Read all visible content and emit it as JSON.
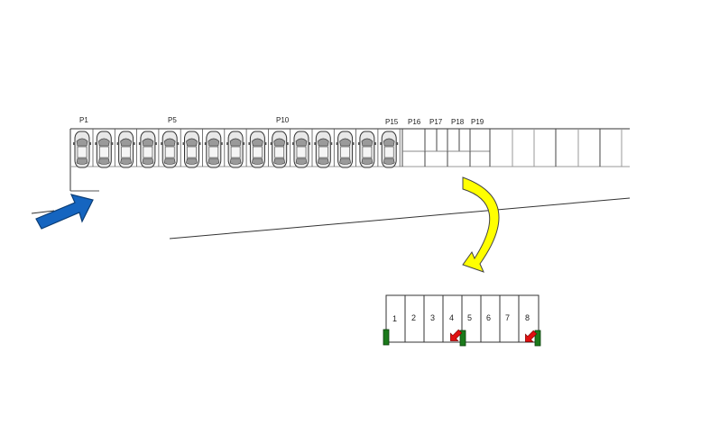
{
  "parking_labels": [
    "P1",
    "P5",
    "P10",
    "P15",
    "P16",
    "P17",
    "P18",
    "P19"
  ],
  "occupied_spot_count": 15,
  "zoom_bay_numbers": [
    "1",
    "2",
    "3",
    "4",
    "5",
    "6",
    "7",
    "8"
  ],
  "colors": {
    "entry_arrow": "#1565c0",
    "zoom_arrow": "#ffff00",
    "charger": "#1b7a1b",
    "charger_arrow": "#e01010"
  },
  "icons": [
    "entry-arrow-icon",
    "zoom-arrow-icon",
    "car-icon",
    "charger-icon",
    "charger-arrow-icon"
  ]
}
